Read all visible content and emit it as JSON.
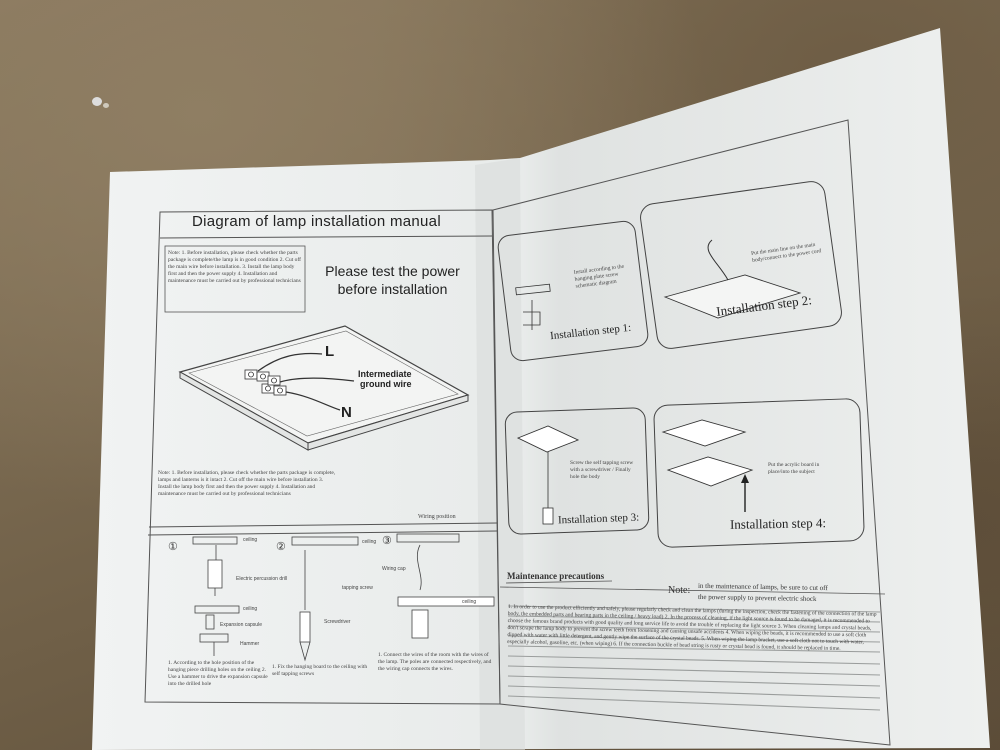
{
  "manual": {
    "title": "Diagram of lamp installation manual",
    "test_notice_line1": "Please test the power",
    "test_notice_line2": "before installation",
    "note_box_text": "Note: 1. Before installation, please check whether the parts package is complete/the lamp is in good condition 2. Cut off the main wire before installation. 3. Install the lamp body first and then the power supply 4. Installation and maintenance must be carried out by professional technicians",
    "label_L": "L",
    "label_N": "N",
    "label_ground_line1": "Intermediate",
    "label_ground_line2": "ground wire",
    "note_lower_text": "Note: 1. Before installation, please check whether the parts package is complete, lamps and lanterns is it intact 2. Cut off the main wire before installation 3. Install the lamp body first and then the power supply 4. Installation and maintenance must be carried out by professional technicians",
    "wiring_position": "Wiring position",
    "circle_1": "①",
    "circle_2": "②",
    "circle_3": "③",
    "ceiling": "ceiling",
    "electric_percussion_drill": "Electric percussion drill",
    "expansion_capsule": "Expansion capsule",
    "hammer": "Hammer",
    "screwdriver": "Screwdriver",
    "tapping_screw": "tapping screw",
    "ceiling_hook": "Wiring cap",
    "step1_caption": "1. According to the hole position of the hanging piece drilling holes on the ceiling 2. Use a hammer to drive the expansion capsule into the drilled hole",
    "step2_caption": "1. Fix the hanging board to the ceiling with self tapping screws",
    "step3_caption": "1. Connect the wires of the room with the wires of the lamp. The poles are connected respectively, and the wiring cap connects the wires.",
    "install_step1": "Installation step 1:",
    "install_step2": "Installation step 2:",
    "install_step3": "Installation step 3:",
    "install_step4": "Installation step 4:",
    "step1_note": "Install according to the hanging plate screw schematic diagram",
    "step2_note": "Put the main line on the main body/connect to the power cord",
    "step3_note": "Screw the self tapping screw with a screwdriver / Finally hole the body",
    "step4_note": "Put the acrylic board in place/into the subject",
    "maintenance_title": "Maintenance precautions",
    "note_label": "Note:",
    "note_right_line1": "in the maintenance of lamps, be sure to cut off",
    "note_right_line2": "the power supply to prevent electric shock",
    "maintenance_text": "1. In order to use the product efficiently and safely, please regularly check and clean the lamps (during the inspection, check the fastening of the connection of the lamp body, the embedded parts and bearing parts in the ceiling / heavy load) 2. In the process of cleaning, if the light source is found to be damaged, it is recommended to choose the famous brand products with good quality and long service life to avoid the trouble of replacing the light source 3. When cleaning lamps and crystal beads, don't scrape the lamp body to prevent the screw teeth from loosening and causing unsafe accidents 4. When wiping the beads, it is recommended to use a soft cloth dipped with water with little detergent, and gently wipe the surface of the crystal beads. 5. When wiping the lamp bracket, use a soft cloth not to touch with water, especially alcohol, gasoline, etc. (when wiping) 6. If the connection buckle of bead string is rusty or crystal bead is found, it should be replaced in time."
  }
}
